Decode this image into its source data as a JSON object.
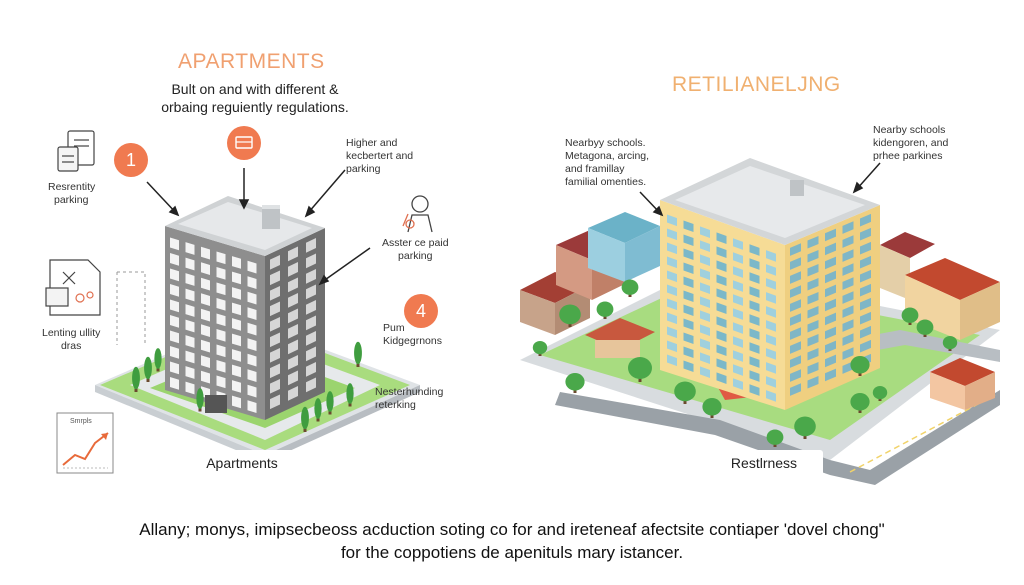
{
  "left_panel": {
    "title": "APARTMENTS",
    "subtitle_line1": "Bult on and with different &",
    "subtitle_line2": "orbaing reguiently regulations.",
    "badge_1": "1",
    "badge_4": "4",
    "label_resrentity": [
      "Resrentity",
      "parking"
    ],
    "label_higher": [
      "Higher and",
      "kecbertert and",
      "parking"
    ],
    "label_asster": [
      "Asster ce paid",
      "parking"
    ],
    "label_pum": [
      "Pum",
      "Kidgegrnons"
    ],
    "label_nester": [
      "Nesterhunding",
      "reterking"
    ],
    "label_lenting": [
      "Lenting ullity",
      "dras"
    ],
    "chart_icon_label": "Smrpls",
    "panel_label": "Apartments"
  },
  "right_panel": {
    "title": "RETILIANELJNG",
    "label_nearby_left": [
      "Nearbyy schools.",
      "Metagona, arcing,",
      "and framillay",
      "familial omenties."
    ],
    "label_nearby_right": [
      "Nearby schools",
      "kidengoren, and",
      "prhee parkines"
    ],
    "panel_label": "Restlrness"
  },
  "caption": {
    "line1": "Allany; monys, imipsecbeoss acduction soting co for and ireteneaf afectsite contiaper 'dovel chong\"",
    "line2": "for the coppotiens de apenituls mary istancer."
  },
  "colors": {
    "accent_orange": "#f07a50",
    "title_left": "#f0a070",
    "title_right": "#f0b070"
  }
}
